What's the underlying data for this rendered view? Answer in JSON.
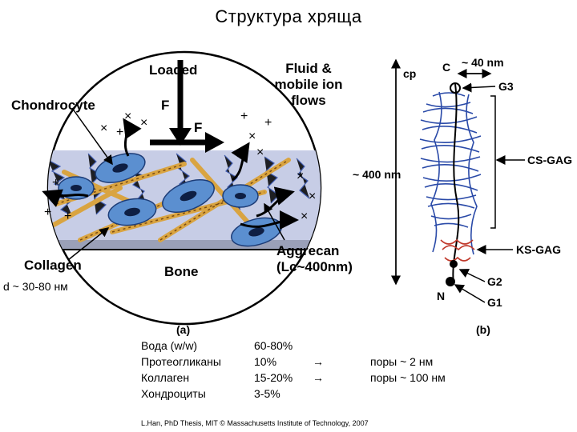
{
  "title": "Структура хряща",
  "figure_a": {
    "loaded": "Loaded",
    "fluid_line1": "Fluid &",
    "fluid_line2": "mobile ion",
    "fluid_line3": "flows",
    "chondrocyte": "Chondrocyte",
    "force_label": "F",
    "collagen": "Collagen",
    "bone": "Bone",
    "aggrecan_line1": "Aggrecan",
    "aggrecan_line2": "(Lc~400nm)",
    "diameter_note": "d ~ 30-80 нм",
    "caption": "(a)"
  },
  "figure_b": {
    "cp": "cp",
    "c": "C",
    "width_40": "~ 40 nm",
    "g3": "G3",
    "length_400": "~ 400 nm",
    "cs_gag": "CS-GAG",
    "ks_gag": "KS-GAG",
    "g2": "G2",
    "n": "N",
    "g1": "G1",
    "caption": "(b)"
  },
  "composition": [
    {
      "name": "Вода (w/w)",
      "value": "60-80%",
      "arrow": "",
      "note": ""
    },
    {
      "name": "Протеогликаны",
      "value": "10%",
      "arrow": "→",
      "note": "поры ~ 2 нм"
    },
    {
      "name": "Коллаген",
      "value": "15-20%",
      "arrow": "→",
      "note": "поры ~ 100 нм"
    },
    {
      "name": "Хондроциты",
      "value": "3-5%",
      "arrow": "",
      "note": ""
    }
  ],
  "citation": "L.Han, PhD Thesis, MIT © Massachusetts Institute of Technology, 2007",
  "colors": {
    "cell": "#5b8fd0",
    "fiber": "#d9a441",
    "aggrecan": "#2a4aa8",
    "ks": "#c0392b"
  }
}
